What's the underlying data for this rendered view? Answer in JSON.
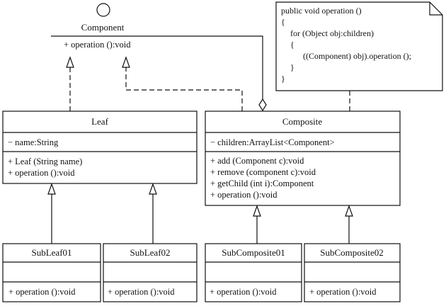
{
  "interface": {
    "name": "Component",
    "operation": "+ operation ():void"
  },
  "leaf": {
    "name": "Leaf",
    "attribute": "− name:String",
    "methods": [
      "+ Leaf (String name)",
      "+ operation ():void"
    ]
  },
  "composite": {
    "name": "Composite",
    "attribute": "− children:ArrayList<Component>",
    "methods": [
      "+ add (Component c):void",
      "+ remove (component c):void",
      "+ getChild (int i):Component",
      "+ operation ():void"
    ]
  },
  "subclasses": [
    {
      "name": "SubLeaf01",
      "method": "+ operation ():void"
    },
    {
      "name": "SubLeaf02",
      "method": "+ operation ():void"
    },
    {
      "name": "SubComposite01",
      "method": "+ operation ():void"
    },
    {
      "name": "SubComposite02",
      "method": "+ operation ():void"
    }
  ],
  "note": {
    "lines": [
      "public void operation ()",
      "{",
      "for (Object obj:children)",
      "{",
      "((Component) obj).operation ();",
      "}",
      "}"
    ]
  }
}
